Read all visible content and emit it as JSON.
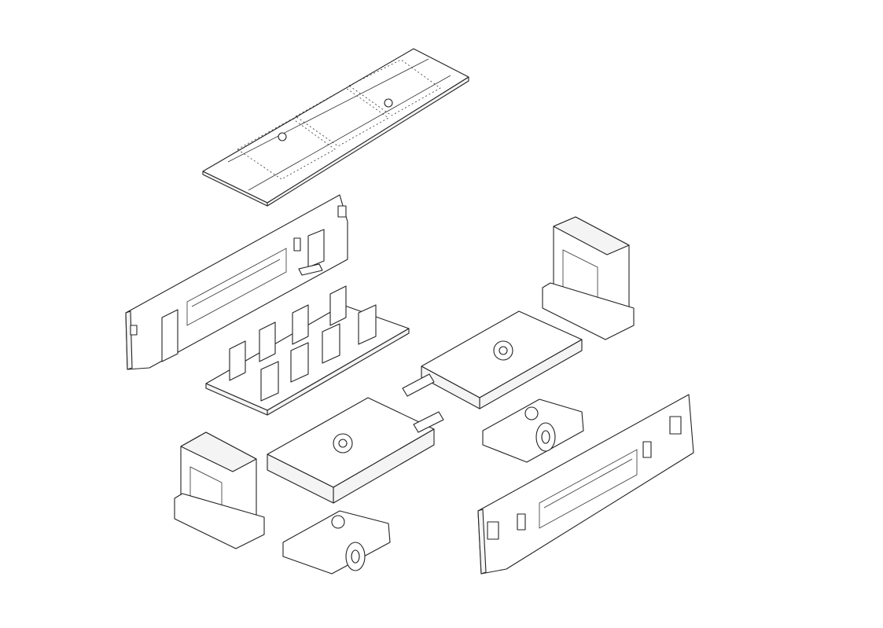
{
  "figure": {
    "kind": "exploded-view line drawing",
    "parts": [
      "roof-panel",
      "side-wall-left",
      "interior-seating",
      "end-cab-top",
      "underframe-upper",
      "bogie-upper",
      "end-cab-bottom",
      "underframe-lower",
      "bogie-lower",
      "side-wall-right"
    ],
    "colors": {
      "line": "#222222",
      "fill": "#ffffff",
      "shade": "#f4f4f4"
    }
  }
}
